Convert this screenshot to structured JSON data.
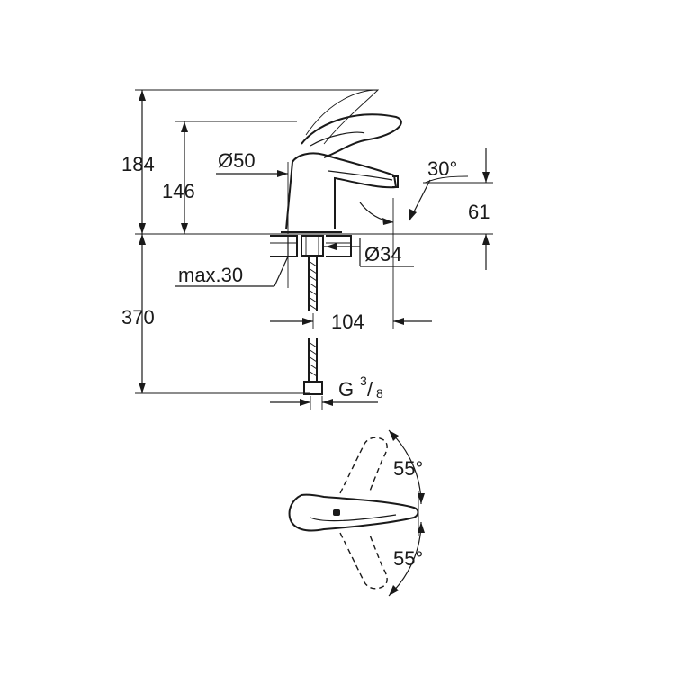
{
  "dimensions": {
    "height_total": "184",
    "height_spout": "146",
    "base_diameter": "Ø50",
    "spout_angle": "30°",
    "spout_height": "61",
    "hole_diameter": "Ø34",
    "max_thickness": "max.30",
    "hose_length": "370",
    "spout_reach": "104",
    "connection_thread": "G",
    "thread_num": "3",
    "thread_den": "8",
    "lever_angle_top": "55°",
    "lever_angle_bottom": "55°"
  }
}
